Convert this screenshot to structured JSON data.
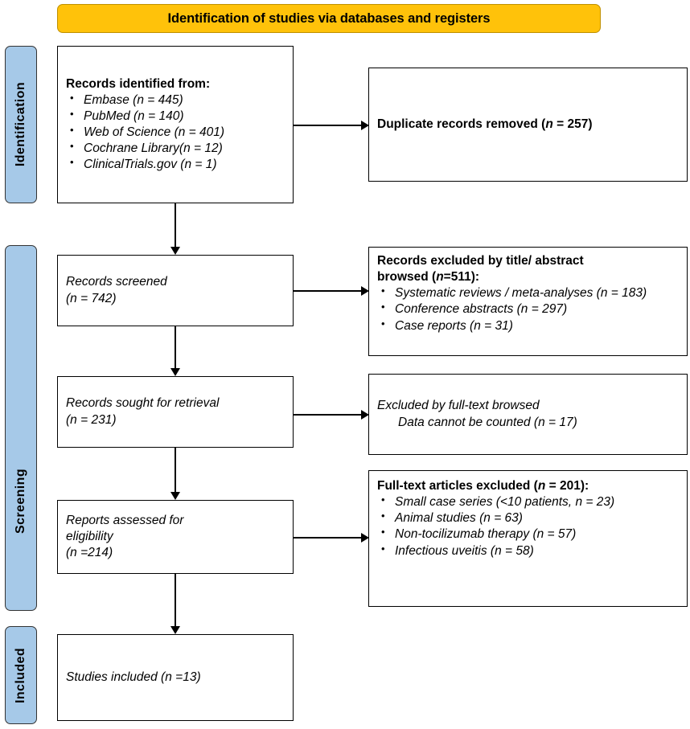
{
  "colors": {
    "header_fill": "#FFC20A",
    "header_border": "#BF9000",
    "stage_fill": "#A6C9E8",
    "stage_border": "#333333",
    "box_border": "#000000",
    "text": "#000000"
  },
  "header": {
    "title": "Identification of studies via databases and registers"
  },
  "stages": [
    {
      "name": "identification",
      "label": "Identification"
    },
    {
      "name": "screening",
      "label": "Screening"
    },
    {
      "name": "included",
      "label": "Included"
    }
  ],
  "boxes": {
    "identified": {
      "heading": "Records identified from:",
      "items": [
        "Embase (n = 445)",
        "PubMed (n = 140)",
        "Web of Science (n = 401)",
        "Cochrane Library(n = 12)",
        "ClinicalTrials.gov (n = 1)"
      ]
    },
    "duplicates": {
      "text": "Duplicate records removed (n = 257)"
    },
    "screened": {
      "line1": "Records screened",
      "line2": "(n = 742)"
    },
    "excluded_title_abstract": {
      "heading_line1": "Records excluded by title/ abstract",
      "heading_line2": "browsed (n=511):",
      "items": [
        "Systematic reviews / meta-analyses (n = 183)",
        "Conference abstracts (n = 297)",
        "Case reports (n = 31)"
      ]
    },
    "sought_retrieval": {
      "line1": "Records sought for retrieval",
      "line2": "(n = 231)"
    },
    "excluded_fulltext_browsed": {
      "line1": "Excluded by full-text browsed",
      "line2": "Data cannot be counted (n = 17)"
    },
    "eligibility": {
      "line1": "Reports assessed for",
      "line2": "eligibility",
      "line3": "(n =214)"
    },
    "excluded_fulltext_articles": {
      "heading": "Full-text articles excluded (n = 201):",
      "items": [
        "Small case series (<10 patients, n = 23)",
        "Animal studies (n = 63)",
        "Non-tocilizumab therapy (n = 57)",
        "Infectious uveitis (n = 58)"
      ]
    },
    "included": {
      "text": "Studies included (n =13)"
    }
  },
  "connectors": {
    "vertical": [
      "identified-to-screened",
      "screened-to-retrieval",
      "retrieval-to-eligibility",
      "eligibility-to-included"
    ],
    "horizontal": [
      "identified-to-duplicates",
      "screened-to-excluded-title-abstract",
      "retrieval-to-excluded-fulltext-browsed",
      "eligibility-to-excluded-fulltext-articles"
    ]
  }
}
